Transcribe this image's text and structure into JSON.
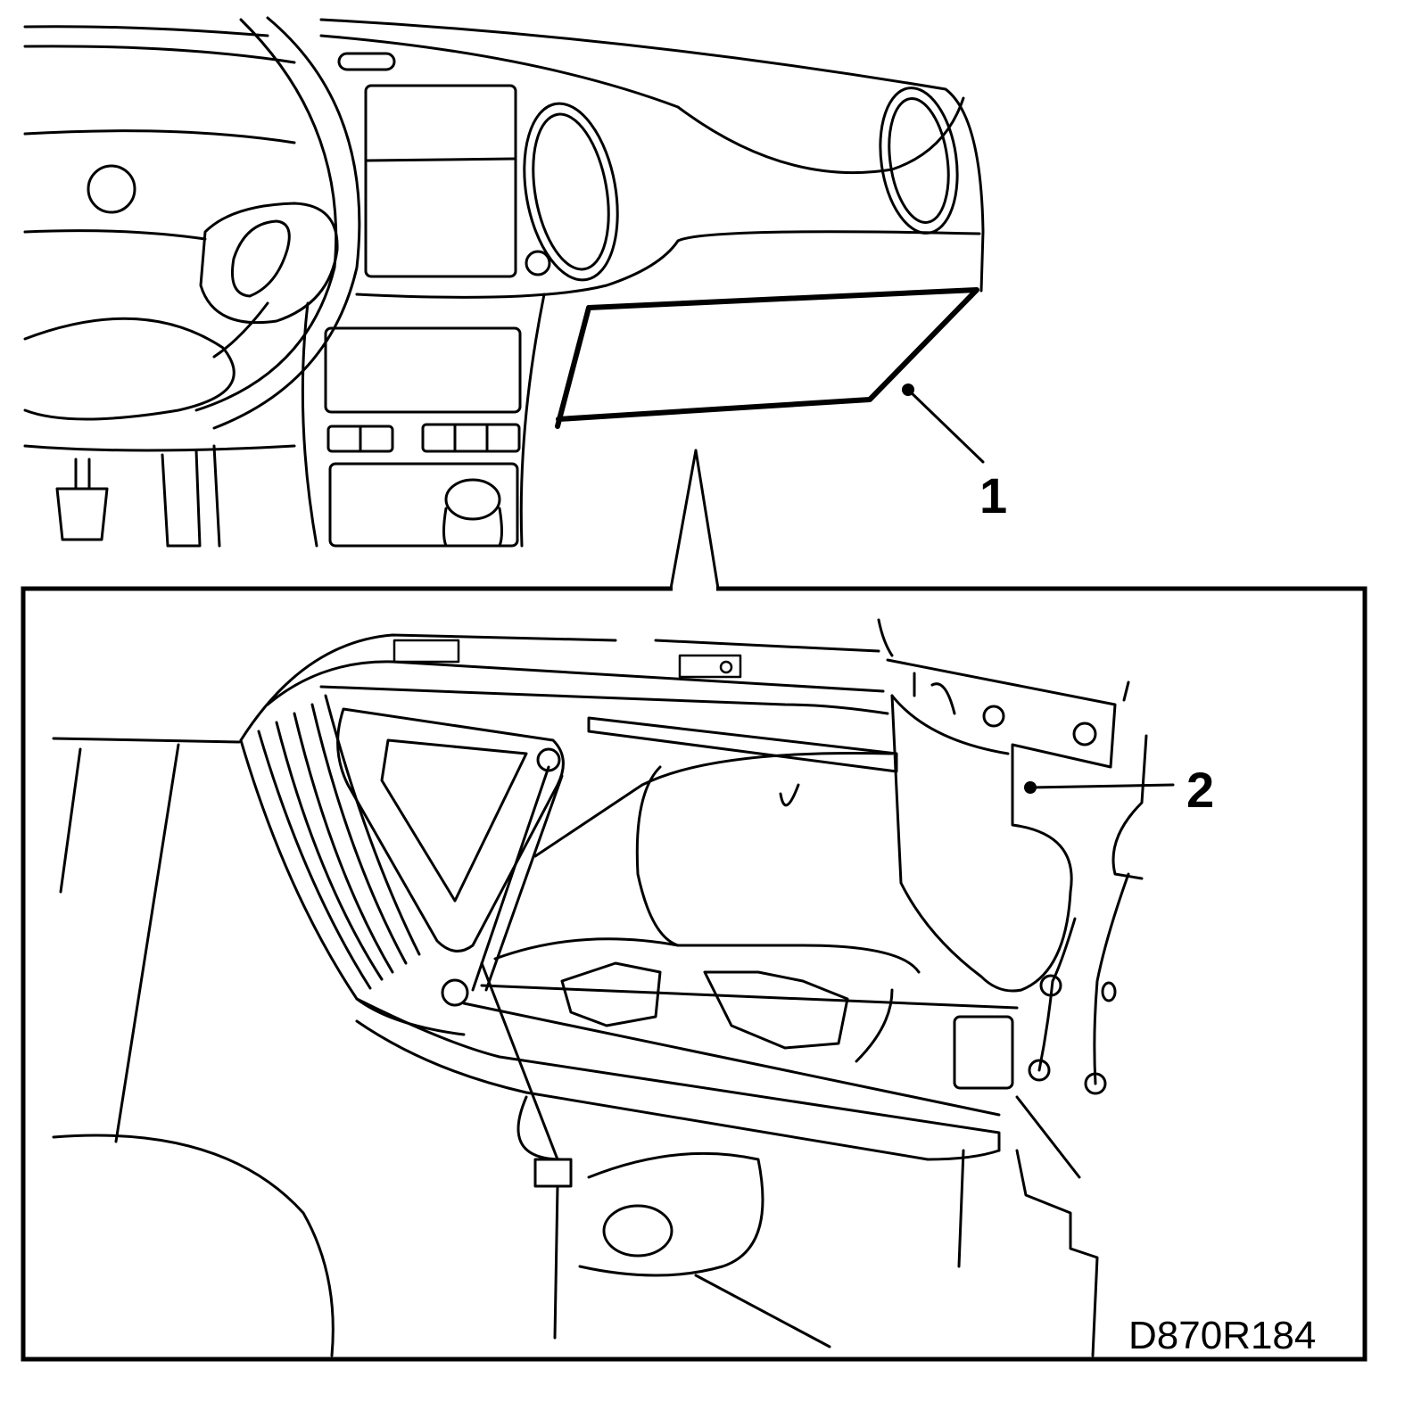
{
  "callouts": [
    {
      "id": "1",
      "label": "1"
    },
    {
      "id": "2",
      "label": "2"
    }
  ],
  "figure_code": "D870R184",
  "colors": {
    "line": "#000000",
    "background": "#ffffff"
  }
}
